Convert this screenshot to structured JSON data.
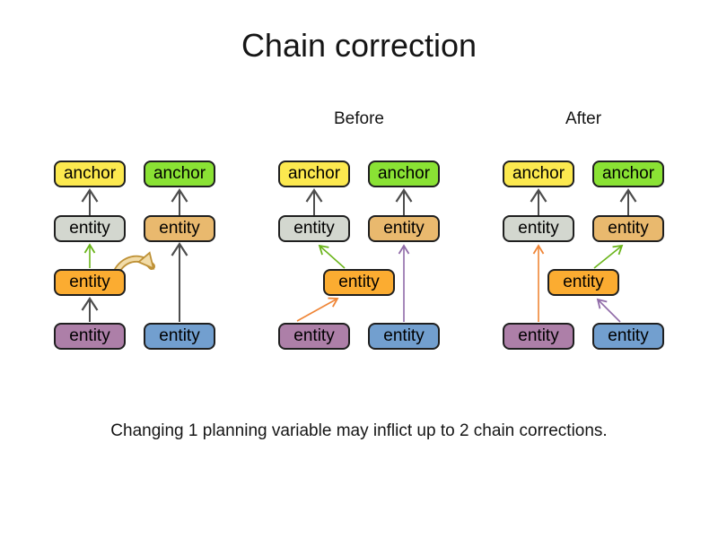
{
  "title": "Chain correction",
  "caption": "Changing 1 planning variable may inflict up to 2 chain corrections.",
  "headers": {
    "before": "Before",
    "after": "After"
  },
  "palette": {
    "anchor_yellow": "#FCE94F",
    "anchor_green": "#8AE234",
    "entity_gray": "#D3D7CF",
    "entity_tan": "#E9B96E",
    "entity_orange": "#FBAC31",
    "entity_purple": "#AD7FA8",
    "entity_blue": "#729FCF",
    "arrow_dark": "#4D4D4D",
    "arrow_green": "#6AB41A",
    "arrow_orange": "#EF8536",
    "arrow_purple": "#906BA8",
    "move_arrow_fill": "#F2DCA8",
    "move_arrow_stroke": "#BE9136",
    "node_border": "#1F1F1F"
  },
  "groups": [
    {
      "name": "initial",
      "header": null,
      "nodes": [
        {
          "id": "anchor-left",
          "label": "anchor",
          "color": "yellow"
        },
        {
          "id": "anchor-right",
          "label": "anchor",
          "color": "green"
        },
        {
          "id": "entity-gray",
          "label": "entity",
          "color": "gray"
        },
        {
          "id": "entity-tan",
          "label": "entity",
          "color": "tan"
        },
        {
          "id": "entity-orange",
          "label": "entity",
          "color": "orange"
        },
        {
          "id": "entity-purple",
          "label": "entity",
          "color": "purple"
        },
        {
          "id": "entity-blue",
          "label": "entity",
          "color": "blue"
        }
      ],
      "edges": [
        {
          "from": "entity-gray",
          "to": "anchor-left",
          "color": "dark"
        },
        {
          "from": "entity-tan",
          "to": "anchor-right",
          "color": "dark"
        },
        {
          "from": "entity-orange",
          "to": "entity-gray",
          "color": "green"
        },
        {
          "from": "entity-purple",
          "to": "entity-orange",
          "color": "dark"
        },
        {
          "from": "entity-blue",
          "to": "entity-tan",
          "color": "dark"
        },
        {
          "type": "move-indicator",
          "from": "entity-orange",
          "to": "chain entity-tan/entity-blue",
          "color": "tan-curved"
        }
      ]
    },
    {
      "name": "before",
      "header": "Before",
      "nodes": [
        {
          "id": "anchor-left",
          "label": "anchor",
          "color": "yellow"
        },
        {
          "id": "anchor-right",
          "label": "anchor",
          "color": "green"
        },
        {
          "id": "entity-gray",
          "label": "entity",
          "color": "gray"
        },
        {
          "id": "entity-tan",
          "label": "entity",
          "color": "tan"
        },
        {
          "id": "entity-orange",
          "label": "entity",
          "color": "orange"
        },
        {
          "id": "entity-purple",
          "label": "entity",
          "color": "purple"
        },
        {
          "id": "entity-blue",
          "label": "entity",
          "color": "blue"
        }
      ],
      "edges": [
        {
          "from": "entity-gray",
          "to": "anchor-left",
          "color": "dark"
        },
        {
          "from": "entity-tan",
          "to": "anchor-right",
          "color": "dark"
        },
        {
          "from": "entity-orange",
          "to": "entity-gray",
          "color": "green"
        },
        {
          "from": "entity-purple",
          "to": "entity-orange",
          "color": "orange"
        },
        {
          "from": "entity-blue",
          "to": "entity-tan",
          "color": "purple"
        }
      ]
    },
    {
      "name": "after",
      "header": "After",
      "nodes": [
        {
          "id": "anchor-left",
          "label": "anchor",
          "color": "yellow"
        },
        {
          "id": "anchor-right",
          "label": "anchor",
          "color": "green"
        },
        {
          "id": "entity-gray",
          "label": "entity",
          "color": "gray"
        },
        {
          "id": "entity-tan",
          "label": "entity",
          "color": "tan"
        },
        {
          "id": "entity-orange",
          "label": "entity",
          "color": "orange"
        },
        {
          "id": "entity-purple",
          "label": "entity",
          "color": "purple"
        },
        {
          "id": "entity-blue",
          "label": "entity",
          "color": "blue"
        }
      ],
      "edges": [
        {
          "from": "entity-gray",
          "to": "anchor-left",
          "color": "dark"
        },
        {
          "from": "entity-tan",
          "to": "anchor-right",
          "color": "dark"
        },
        {
          "from": "entity-orange",
          "to": "entity-tan",
          "color": "green"
        },
        {
          "from": "entity-purple",
          "to": "entity-gray",
          "color": "orange"
        },
        {
          "from": "entity-blue",
          "to": "entity-orange",
          "color": "purple"
        }
      ]
    }
  ]
}
